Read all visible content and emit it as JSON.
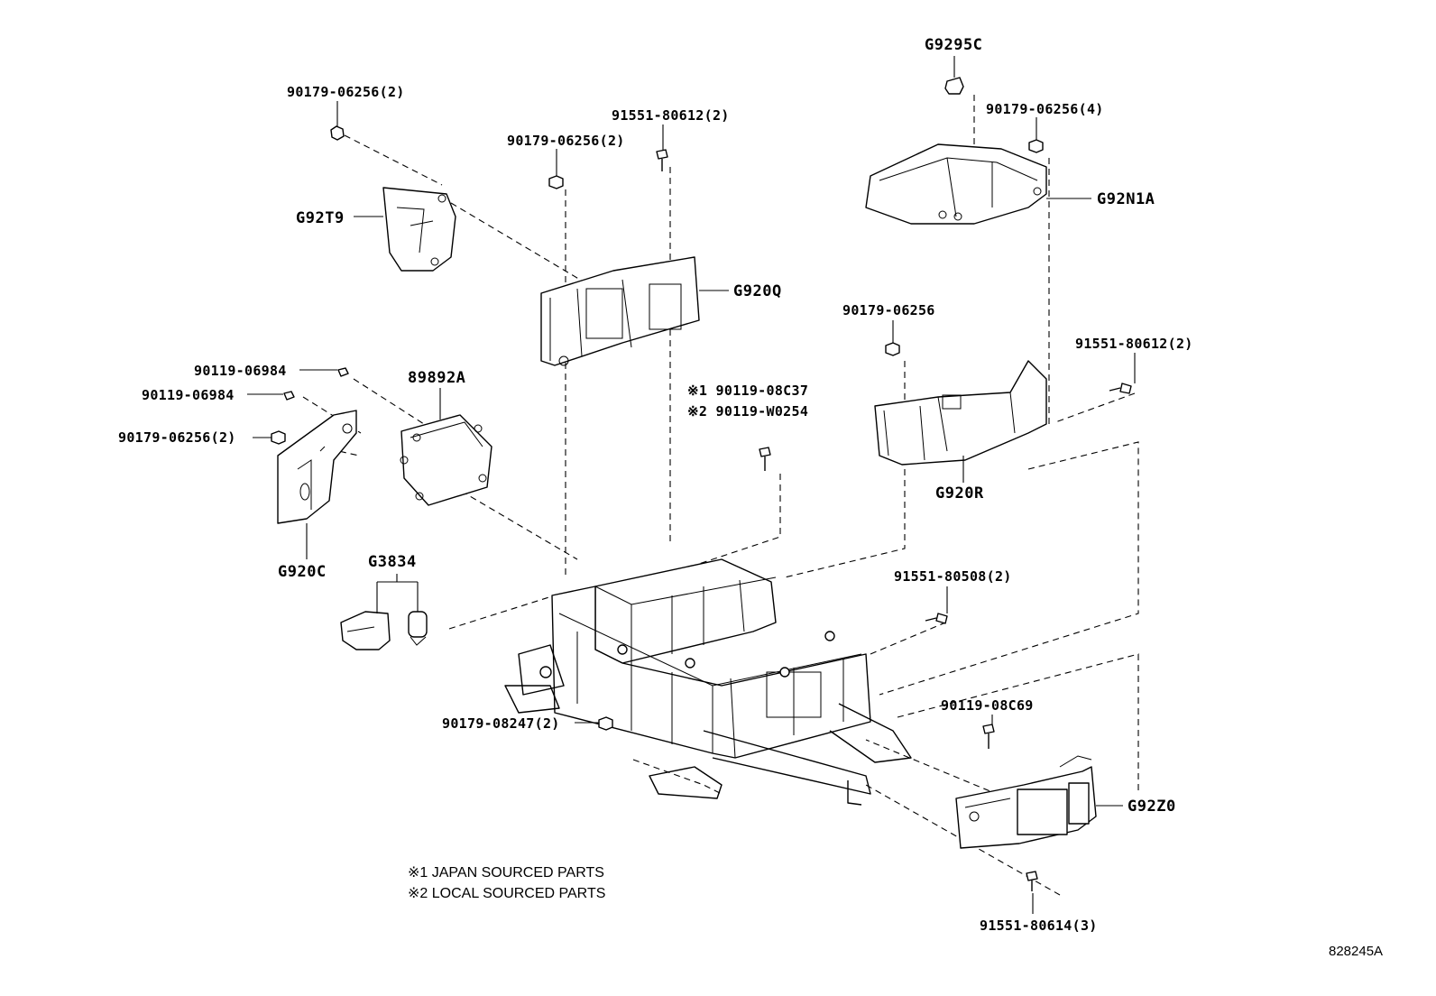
{
  "callouts": {
    "g9295c": "G9295C",
    "n90179_06256_4": "90179-06256(4)",
    "g92n1a": "G92N1A",
    "n90179_06256_2_top": "90179-06256(2)",
    "n91551_80612_2_top": "91551-80612(2)",
    "n90179_06256_2_mid": "90179-06256(2)",
    "g92t9": "G92T9",
    "g920q": "G920Q",
    "n90179_06256": "90179-06256",
    "n91551_80612_2_right": "91551-80612(2)",
    "n90119_06984_a": "90119-06984",
    "n90119_06984_b": "90119-06984",
    "p89892a": "89892A",
    "n90179_06256_2_left": "90179-06256(2)",
    "g920c": "G920C",
    "g920r": "G920R",
    "alt1": "※1 90119-08C37",
    "alt2": "※2 90119-W0254",
    "g3834": "G3834",
    "n91551_80508_2": "91551-80508(2)",
    "n90179_08247_2": "90179-08247(2)",
    "n90119_08c69": "90119-08C69",
    "g92z0": "G92Z0",
    "n91551_80614_3": "91551-80614(3)"
  },
  "notes": {
    "japan": "※1 JAPAN SOURCED PARTS",
    "local": "※2 LOCAL SOURCED PARTS"
  },
  "diagram_id": "828245A"
}
